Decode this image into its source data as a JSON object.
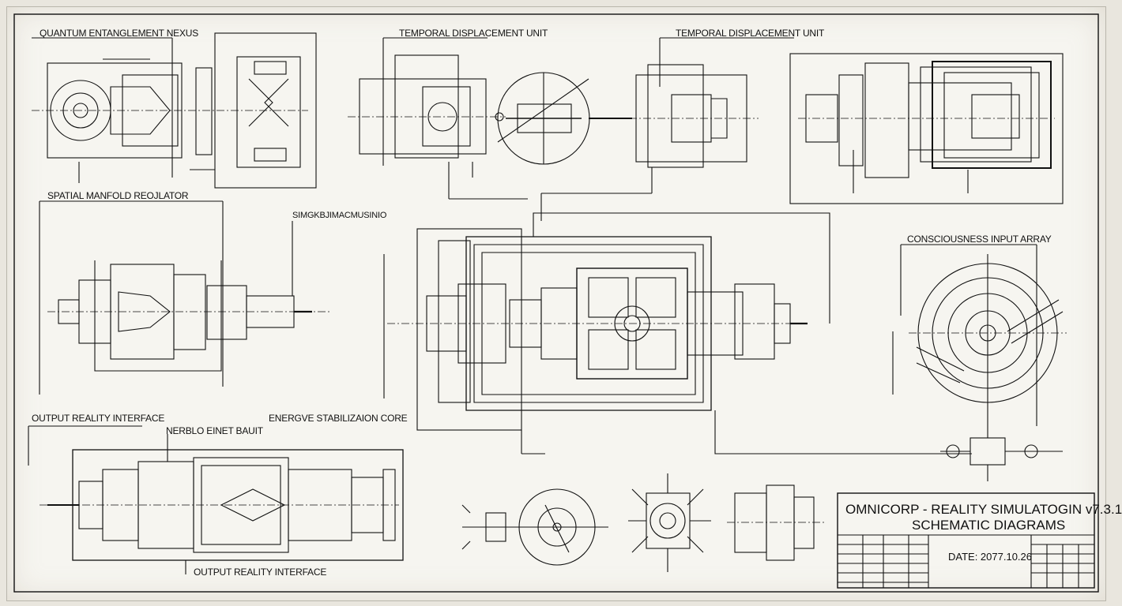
{
  "sheet": {
    "labels": {
      "quantum_nexus": "QUANTUM ENTANGLEMENT NEXUS",
      "temporal_unit_1": "TEMPORAL DISPLACEMENT UNIT",
      "temporal_unit_2": "TEMPORAL DISPLACEMENT UNIT",
      "spatial_manifold": "SPATIAL MANFOLD REOJLATOR",
      "center_tag": "SIMGKBJIMACMUSINIO",
      "consciousness_array": "CONSCIOUSNESS INPUT ARRAY",
      "output_interface_1": "OUTPUT REALITY INTERFACE",
      "energy_core": "ENERGVE STABILIZAION CORE",
      "nerblo_unit": "NERBLO EINET BAUIT",
      "output_interface_2": "OUTPUT REALITY INTERFACE"
    },
    "title_block": {
      "title_line1": "OMNICORP - REALITY SIMULATOGIN v7.3.1",
      "title_line2": "SCHEMATIC DIAGRAMS",
      "date": "DATE: 2077.10.26"
    }
  },
  "colors": {
    "ink": "#111111",
    "paper": "#f6f5f0",
    "border": "#b9b6ac"
  }
}
